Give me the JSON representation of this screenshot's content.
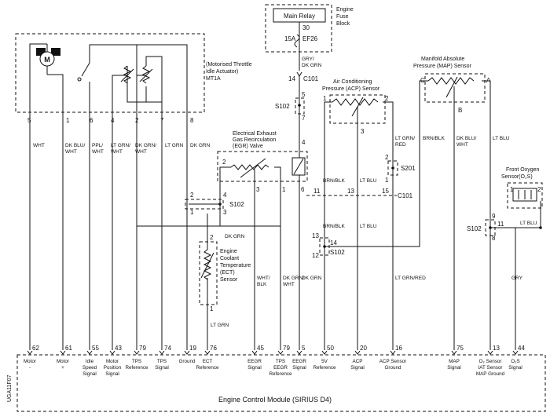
{
  "relay": {
    "box_label": "Main Relay",
    "pin_30": "30",
    "fuse_rating": "15A",
    "fuse_id": "EF26",
    "block_title": [
      "Engine",
      "Fuse",
      "Block"
    ]
  },
  "fuse_wire": {
    "color": [
      "GRY/",
      "DK GRN"
    ],
    "pin": "14",
    "connector": "C101"
  },
  "s102_top": {
    "label": "S102",
    "pin_5": "5",
    "pin_7": "7"
  },
  "throttle": {
    "title": [
      "(Motorised Throttle",
      "Idle Actuator)",
      "MT1A"
    ],
    "motor_symbol": "M",
    "pins": [
      "5",
      "1",
      "6",
      "4",
      "2",
      "7",
      "8"
    ],
    "wires": [
      [
        "WHT"
      ],
      [
        "DK BLU/",
        "WHT"
      ],
      [
        "PPL/",
        "WHT"
      ],
      [
        "LT GRN/",
        "WHT"
      ],
      [
        "DK GRN/",
        "WHT"
      ],
      [
        "LT GRN"
      ],
      [
        "DK GRN"
      ]
    ]
  },
  "acp": {
    "title": [
      "Air Conditioning",
      "Pressure (ACP) Sensor"
    ],
    "pin_1": "1",
    "pin_2": "2",
    "pin_3": "3",
    "wire_left": [
      "BRN/BLK"
    ],
    "wire_mid": [
      "LT BLU"
    ],
    "wire_right": [
      "LT GRN/",
      "RED"
    ]
  },
  "map_sensor": {
    "title": [
      "Manifold Absolute",
      "Pressure (MAP) Sensor"
    ],
    "pin_c": "C",
    "pin_a": "A",
    "pin_b": "B",
    "wire_c": [
      "BRN/BLK"
    ],
    "wire_b": [
      "DK BLU/",
      "WHT"
    ],
    "wire_a": [
      "LT BLU"
    ]
  },
  "egr": {
    "title": [
      "Electrical Exhaust",
      "Gas Recirculation",
      "(EGR) Valve"
    ],
    "pin_2": "2",
    "pin_3": "3",
    "pin_1": "1",
    "pin_4": "4",
    "pin_6": "6",
    "wires": [
      [
        "WHT/",
        "BLK"
      ],
      [
        "DK GRN/",
        "WHT"
      ],
      [
        "DK GRN"
      ]
    ]
  },
  "s102_mid": {
    "label": "S102",
    "pin_2": "2",
    "pin_4": "4",
    "pin_1": "1",
    "pin_3": "3"
  },
  "s201": {
    "label": "S201",
    "pin_2": "2",
    "pin_1": "1"
  },
  "c101_row": {
    "connector": "C101",
    "pins": [
      "11",
      "13",
      "15"
    ]
  },
  "s102_low": {
    "label": "S102",
    "pin_13": "13",
    "pin_14": "14",
    "pin_12": "12",
    "wire_upper": [
      "BRN/BLK"
    ],
    "wire_lower": [
      "LT BLU"
    ]
  },
  "ect": {
    "title": [
      "Engine",
      "Coolant",
      "Temperature",
      "(ECT)",
      "Sensor"
    ],
    "pin_2": "2",
    "pin_1": "1",
    "wire_top": [
      "DK GRN"
    ],
    "wire_bottom": [
      "LT GRN"
    ]
  },
  "o2": {
    "title": [
      "Front Oxygen",
      "Sensor(O₂S)"
    ],
    "pin_1": "1",
    "pin_2": "2",
    "wire": [
      "LT BLU"
    ]
  },
  "s102_right": {
    "label": "S102",
    "pin_9": "9",
    "pin_11": "11",
    "pin_8": "8",
    "wire": [
      "GRY"
    ]
  },
  "right_wires": {
    "acp_ground": [
      "LT GRN/RED"
    ],
    "map_wire": [
      "LT BLU"
    ]
  },
  "ecm": {
    "title": "Engine Control Module (SIRIUS D4)",
    "pins": [
      "62",
      "61",
      "55",
      "43",
      "79",
      "74",
      "19",
      "76",
      "45",
      "79",
      "5",
      "50",
      "20",
      "16",
      "75",
      "13",
      "44"
    ],
    "labels": [
      [
        "Motor",
        "-"
      ],
      [
        "Motor",
        "+"
      ],
      [
        "Idle",
        "Speed",
        "Signal"
      ],
      [
        "Motor",
        "Position",
        "Signal"
      ],
      [
        "TPS",
        "Reference"
      ],
      [
        "TPS",
        "Signal"
      ],
      [
        "Ground"
      ],
      [
        "ECT",
        "Reference"
      ],
      [
        "EEGR",
        "Signal"
      ],
      [
        "TPS",
        "EEGR",
        "Reference"
      ],
      [
        "EEGR",
        "Signal"
      ],
      [
        "5V",
        "Reference"
      ],
      [
        "ACP",
        "Signal"
      ],
      [
        "ACP Sensor",
        "Ground"
      ],
      [
        "MAP",
        "Signal"
      ],
      [
        "O₂ Sensor",
        "IAT Sensor",
        "MAP Ground"
      ],
      [
        "O₂S",
        "Signal"
      ]
    ]
  },
  "side_code": "UGA11F07"
}
